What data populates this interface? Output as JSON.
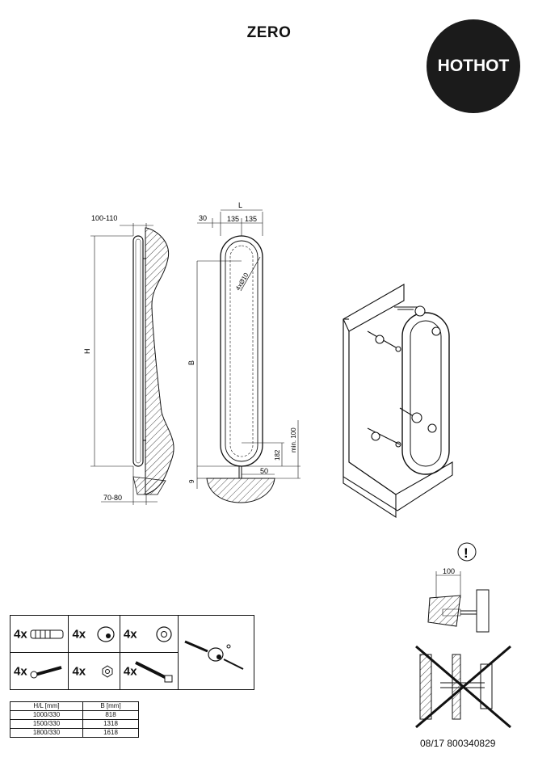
{
  "header": {
    "title": "ZERO",
    "logo_text": "HOTHOT"
  },
  "side_view": {
    "top_gap": "100-110",
    "height_label": "H",
    "bottom_gap": "70-80"
  },
  "front_view": {
    "width_label": "L",
    "offset_label": "30",
    "half_width_a": "135",
    "half_width_b": "135",
    "tube_label": "4xØ10",
    "b_label": "B",
    "floor_gap": "9",
    "floor_offset": "50",
    "min_label": "min. 100",
    "bottom_label": "182"
  },
  "warning": {
    "symbol": "!",
    "distance": "100"
  },
  "parts": [
    {
      "qty": "4x",
      "icon": "wall-plug-icon"
    },
    {
      "qty": "4x",
      "icon": "bracket-cap-icon"
    },
    {
      "qty": "4x",
      "icon": "washer-icon"
    },
    {
      "qty": "4x",
      "icon": "bolt-icon"
    },
    {
      "qty": "4x",
      "icon": "nut-icon"
    },
    {
      "qty": "4x",
      "icon": "lag-screw-icon"
    }
  ],
  "sizes": {
    "headers": [
      "H/L [mm]",
      "B [mm]"
    ],
    "rows": [
      [
        "1000/330",
        "818"
      ],
      [
        "1500/330",
        "1318"
      ],
      [
        "1800/330",
        "1618"
      ]
    ]
  },
  "footer": {
    "code": "08/17 800340829"
  }
}
